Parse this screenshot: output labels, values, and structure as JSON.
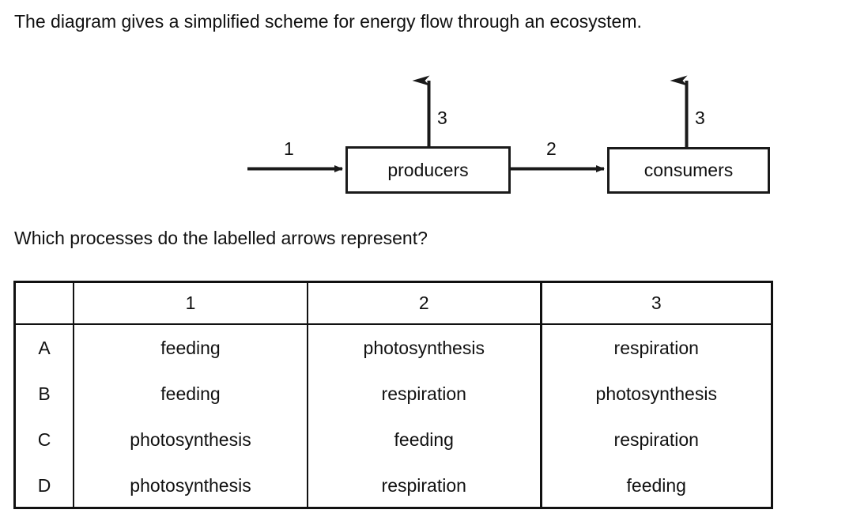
{
  "intro": {
    "text": "The diagram gives a simplified scheme for energy flow through an ecosystem."
  },
  "question": {
    "text": "Which processes do the labelled arrows represent?"
  },
  "diagram": {
    "boxes": [
      {
        "id": "producers",
        "label": "producers"
      },
      {
        "id": "consumers",
        "label": "consumers"
      }
    ],
    "arrow_labels": {
      "input_to_producers": "1",
      "producers_to_consumers": "2",
      "producers_up": "3",
      "consumers_up": "3"
    },
    "line_color": "#1a1a1a"
  },
  "answer_table": {
    "headers": [
      "",
      "1",
      "2",
      "3"
    ],
    "rows": [
      {
        "letter": "A",
        "one": "feeding",
        "two": "photosynthesis",
        "three": "respiration"
      },
      {
        "letter": "B",
        "one": "feeding",
        "two": "respiration",
        "three": "photosynthesis"
      },
      {
        "letter": "C",
        "one": "photosynthesis",
        "two": "feeding",
        "three": "respiration"
      },
      {
        "letter": "D",
        "one": "photosynthesis",
        "two": "respiration",
        "three": "feeding"
      }
    ]
  }
}
